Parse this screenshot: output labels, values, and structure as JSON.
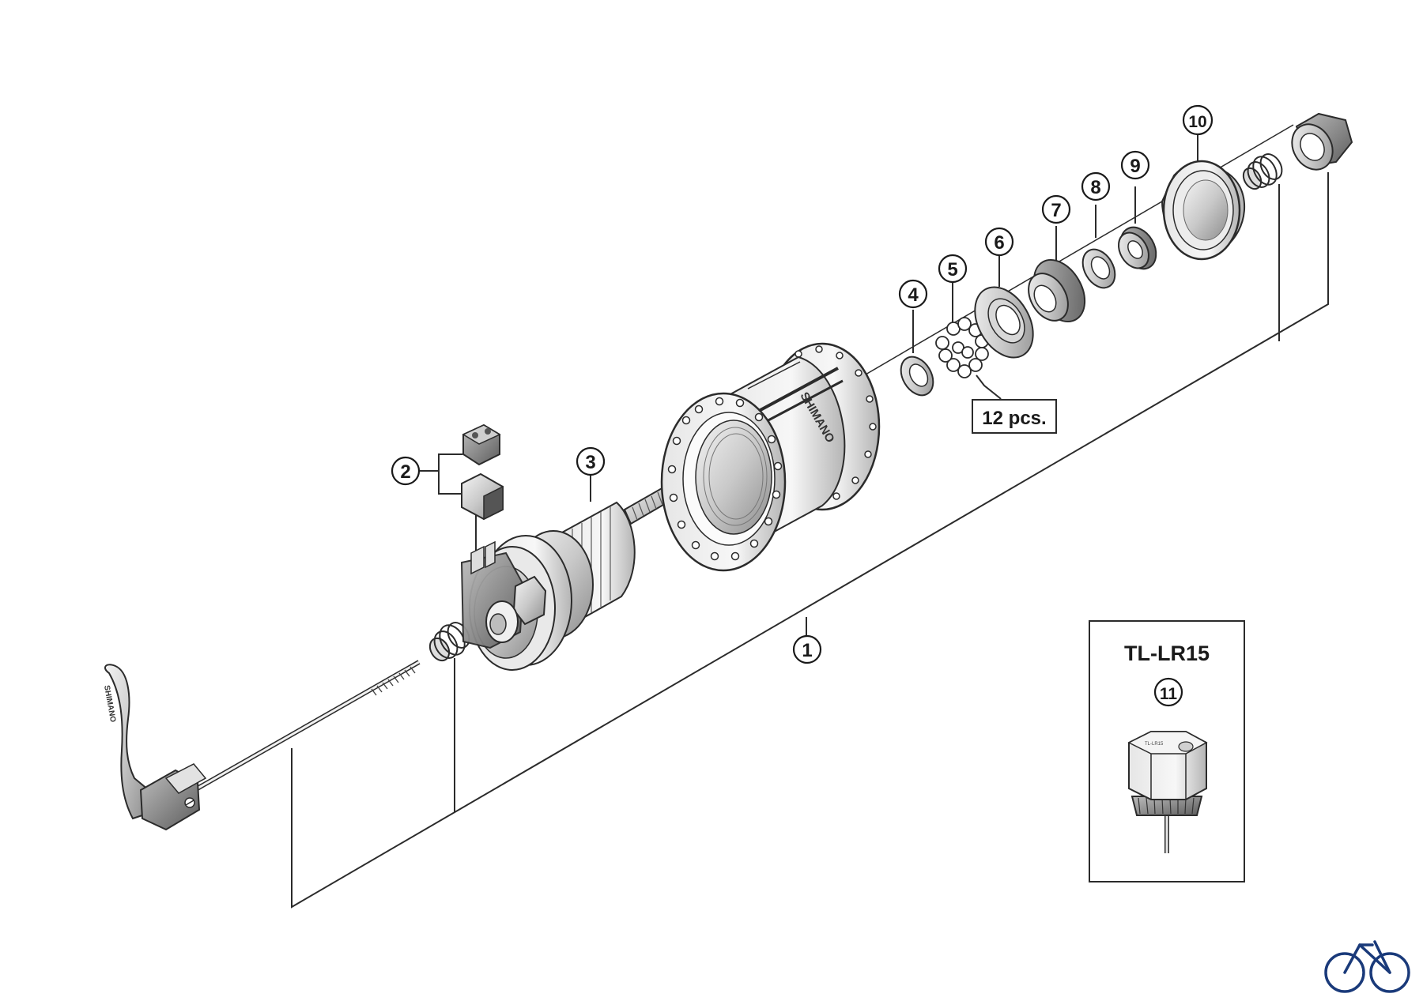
{
  "callouts": [
    "1",
    "2",
    "3",
    "4",
    "5",
    "6",
    "7",
    "8",
    "9",
    "10",
    "11"
  ],
  "quantity_label": "12 pcs.",
  "tool_box": {
    "title": "TL-LR15",
    "engraving": "TL-LR15"
  },
  "hub_brand": "SHIMANO",
  "lever_brand": "SHIMANO",
  "logo": "bicycle-logo"
}
